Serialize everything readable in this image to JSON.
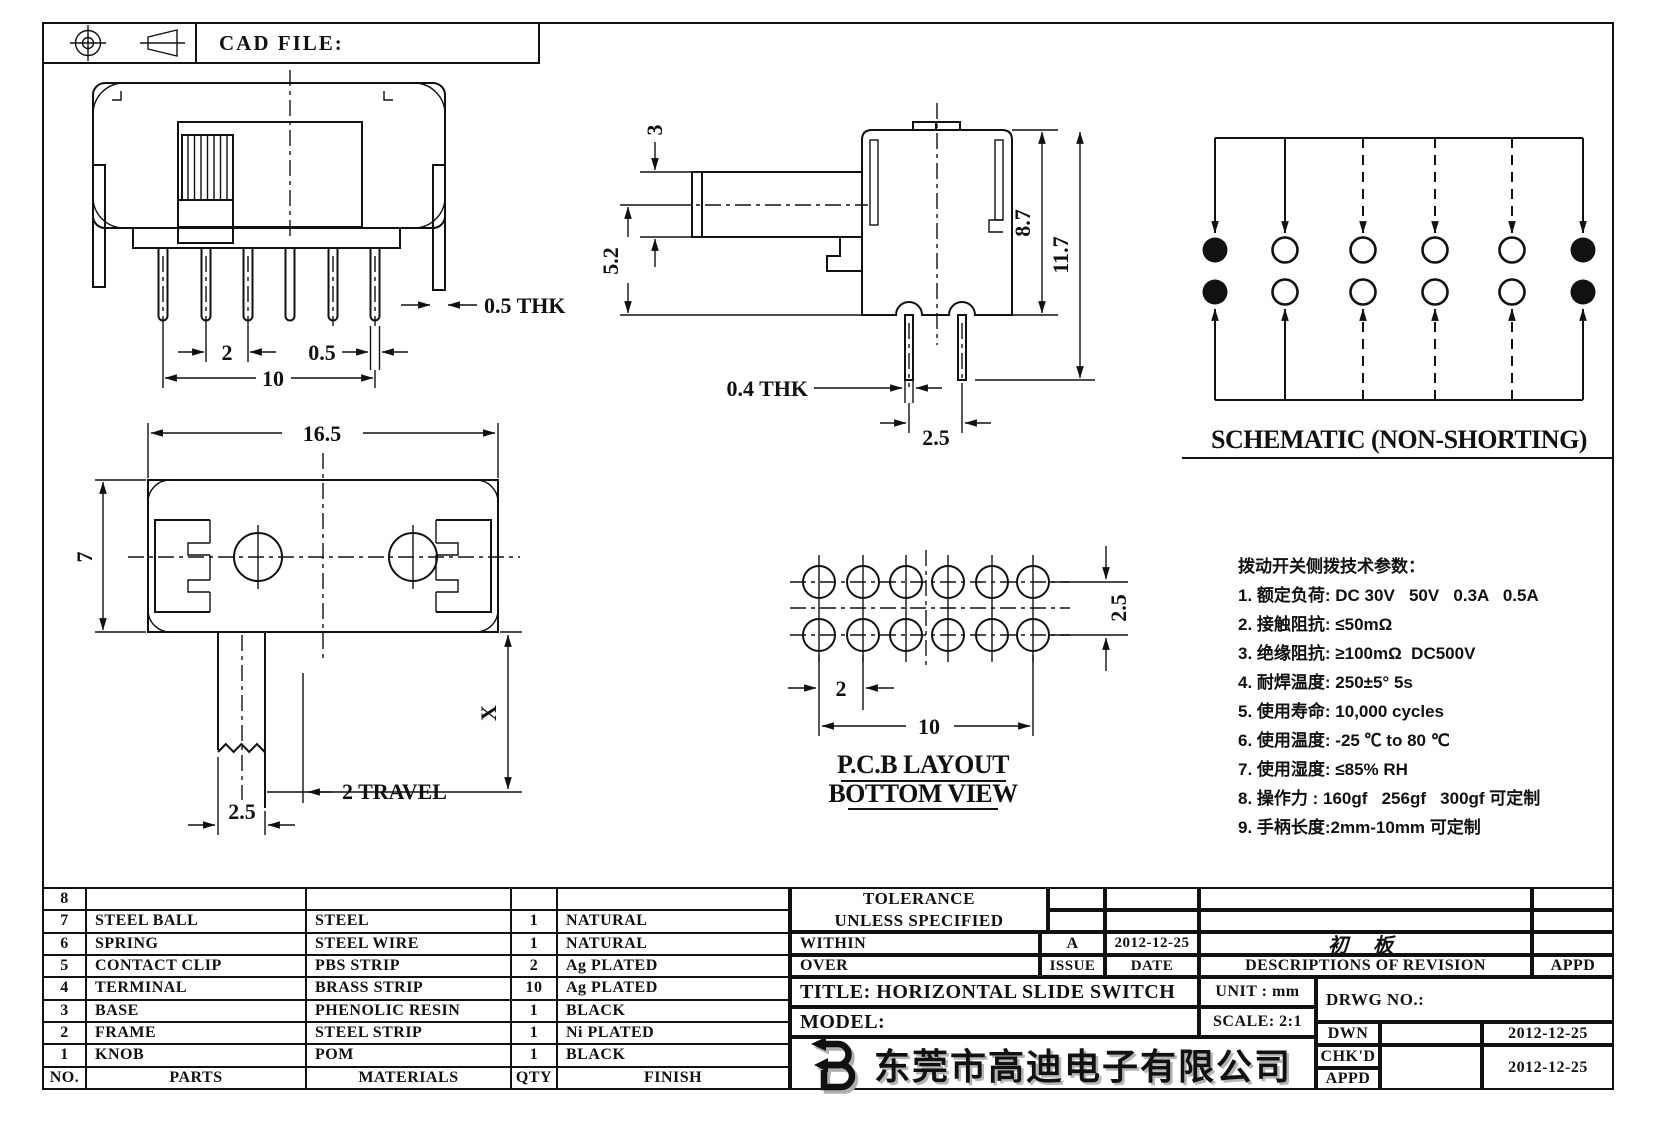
{
  "header": {
    "cad_file": "CAD FILE:",
    "symbols": [
      "projection-target-icon",
      "projection-cone-icon"
    ]
  },
  "views": {
    "front": {
      "thk": "0.5 THK",
      "pitch": "2",
      "pin_width": "0.5",
      "span": "10"
    },
    "side": {
      "knob": "3",
      "h52": "5.2",
      "h87": "8.7",
      "h117": "11.7",
      "thk": "0.4 THK",
      "pitch": "2.5"
    },
    "top": {
      "width": "16.5",
      "depth": "7",
      "x": "X",
      "travel": "2 TRAVEL",
      "stem": "2.5"
    },
    "pcb": {
      "pitch": "2",
      "span": "10",
      "row_pitch": "2.5",
      "title1": "P.C.B LAYOUT",
      "title2": "BOTTOM VIEW"
    },
    "schematic": {
      "title": "SCHEMATIC (NON-SHORTING)"
    }
  },
  "tech_params": {
    "heading": "拨动开关侧拨技术参数：",
    "items": [
      "1. 额定负荷: DC 30V   50V   0.3A   0.5A",
      "2. 接触阻抗: ≤50mΩ",
      "3. 绝缘阻抗: ≥100mΩ  DC500V",
      "4. 耐焊温度: 250±5° 5s",
      "5. 使用寿命: 10,000 cycles",
      "6. 使用温度: -25 ℃ to 80 ℃",
      "7. 使用湿度: ≤85% RH",
      "8. 操作力 : 160gf   256gf   300gf 可定制",
      "9. 手柄长度:2mm-10mm 可定制"
    ]
  },
  "parts_table": {
    "headers": [
      "NO.",
      "PARTS",
      "MATERIALS",
      "QTY",
      "FINISH"
    ],
    "rows": [
      {
        "no": "8",
        "part": "",
        "material": "",
        "qty": "",
        "finish": ""
      },
      {
        "no": "7",
        "part": "STEEL BALL",
        "material": "STEEL",
        "qty": "1",
        "finish": "NATURAL"
      },
      {
        "no": "6",
        "part": "SPRING",
        "material": "STEEL WIRE",
        "qty": "1",
        "finish": "NATURAL"
      },
      {
        "no": "5",
        "part": "CONTACT CLIP",
        "material": "PBS STRIP",
        "qty": "2",
        "finish": "Ag PLATED"
      },
      {
        "no": "4",
        "part": "TERMINAL",
        "material": "BRASS STRIP",
        "qty": "10",
        "finish": "Ag PLATED"
      },
      {
        "no": "3",
        "part": "BASE",
        "material": "PHENOLIC RESIN",
        "qty": "1",
        "finish": "BLACK"
      },
      {
        "no": "2",
        "part": "FRAME",
        "material": "STEEL STRIP",
        "qty": "1",
        "finish": "Ni PLATED"
      },
      {
        "no": "1",
        "part": "KNOB",
        "material": "POM",
        "qty": "1",
        "finish": "BLACK"
      }
    ]
  },
  "title_block": {
    "tolerance1": "TOLERANCE",
    "tolerance2": "UNLESS   SPECIFIED",
    "within": "WITHIN",
    "over": "OVER",
    "issue_value": "A",
    "issue_date": "2012-12-25",
    "issue_label": "ISSUE",
    "date_label": "DATE",
    "revision_desc": "初 板",
    "desc_label": "DESCRIPTIONS  OF  REVISION",
    "appd_label": "APPD",
    "title": "TITLE:  HORIZONTAL  SLIDE  SWITCH",
    "unit": "UNIT : mm",
    "model_label": "MODEL:",
    "scale": "SCALE:  2:1",
    "drwg_label": "DRWG  NO.:",
    "dwn_label": "DWN",
    "chkd_label": "CHK'D",
    "appd2_label": "APPD",
    "dwn_date": "2012-12-25",
    "appd_date": "2012-12-25",
    "company": "东莞市高迪电子有限公司"
  }
}
